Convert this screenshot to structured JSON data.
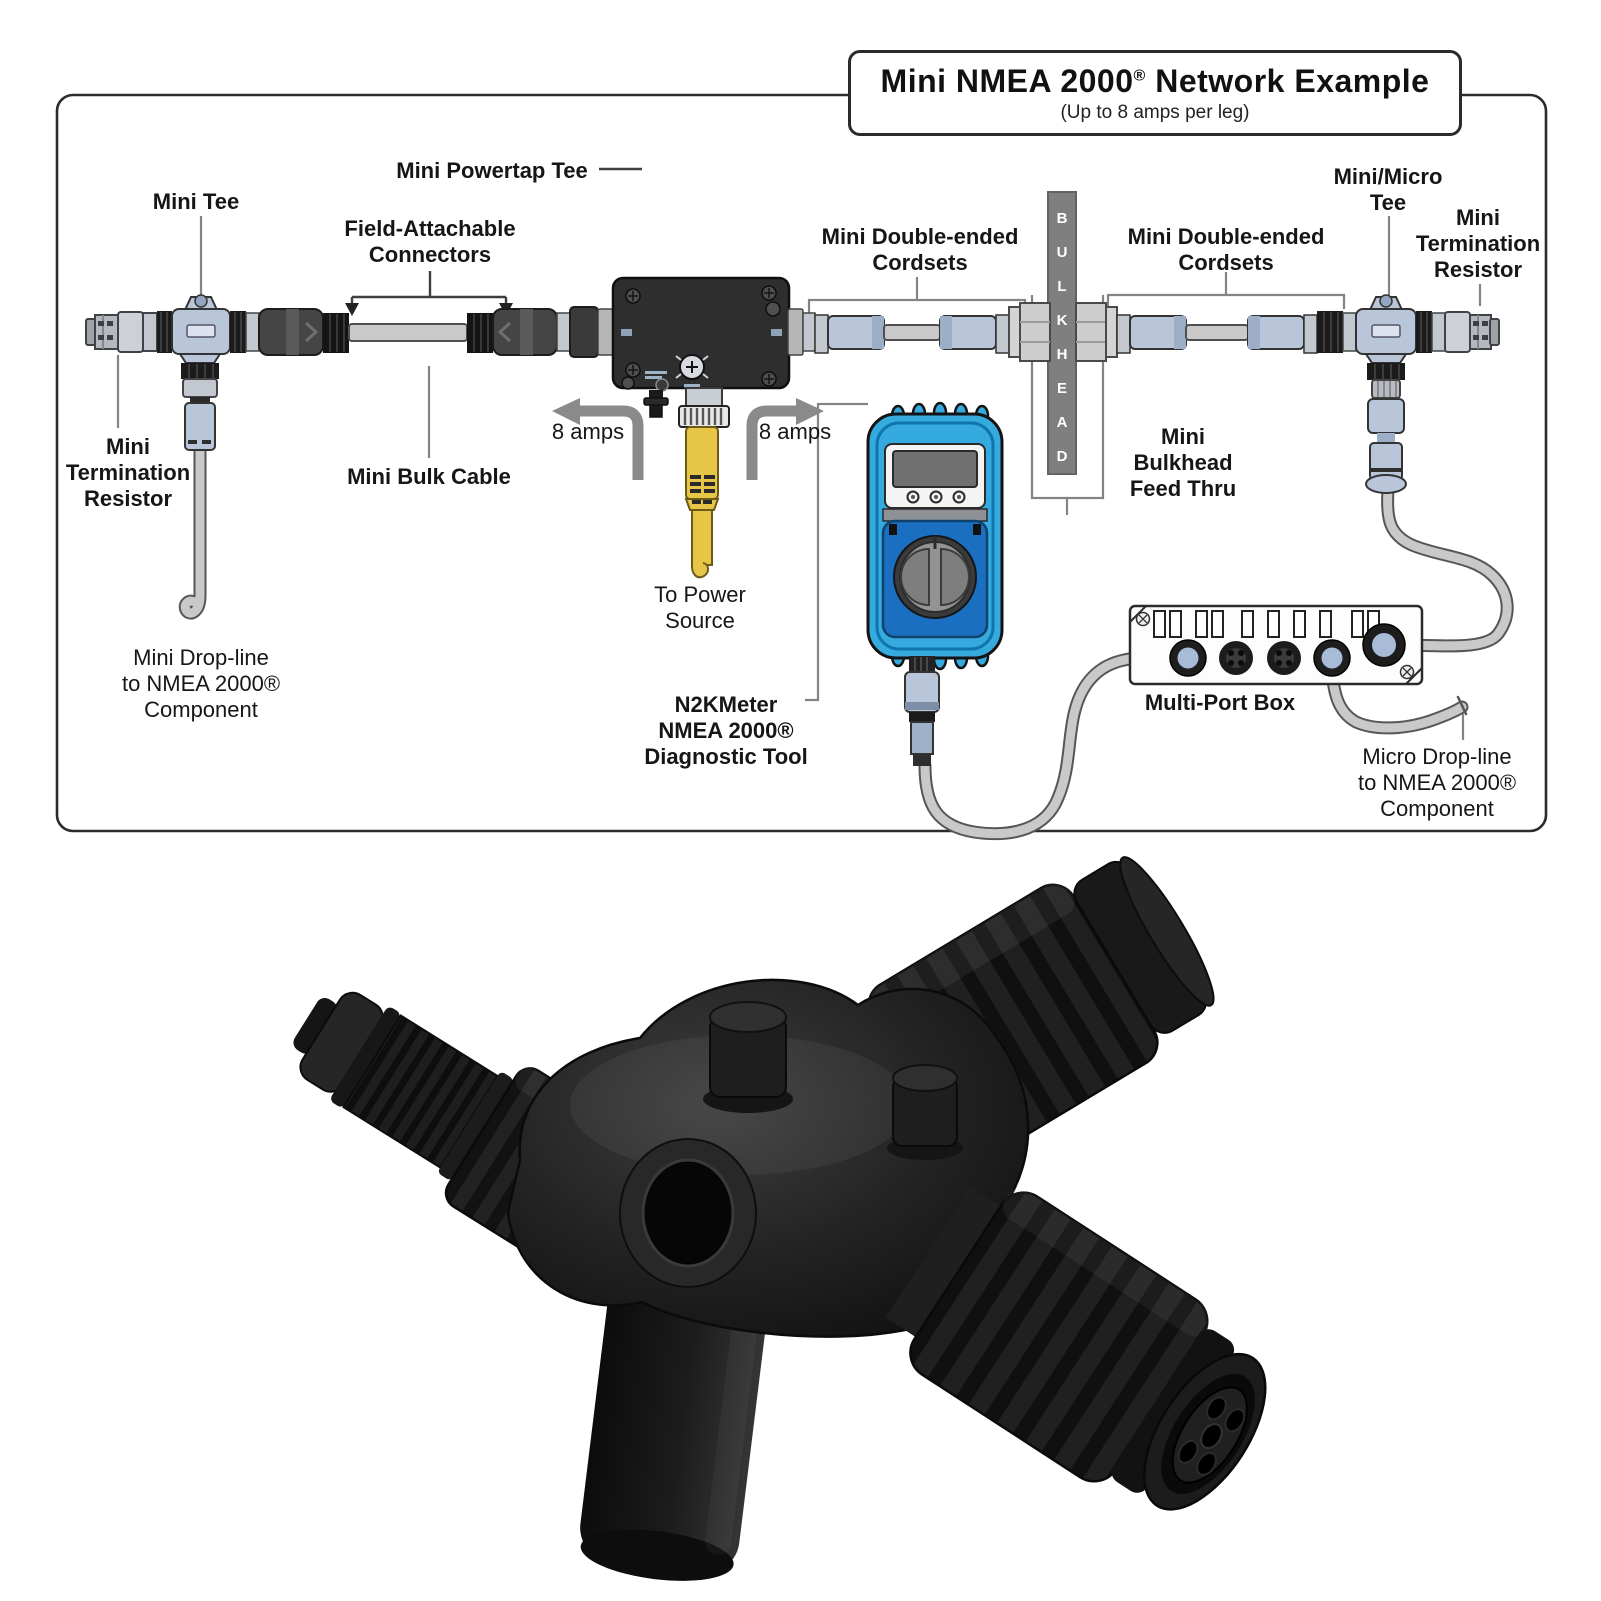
{
  "diagram": {
    "title": {
      "pre": "Mini NMEA 2000",
      "reg": "®",
      "post": " Network Example"
    },
    "subtitle": "(Up to 8 amps per leg)",
    "labels": {
      "mini_tee": {
        "lines": [
          "Mini Tee"
        ]
      },
      "mini_powertap_tee": {
        "lines": [
          "Mini Powertap Tee"
        ]
      },
      "field_attachable_connectors": {
        "lines": [
          "Field-Attachable",
          "Connectors"
        ]
      },
      "mini_termination_resistor_left": {
        "lines": [
          "Mini",
          "Termination",
          "Resistor"
        ]
      },
      "mini_bulk_cable": {
        "lines": [
          "Mini Bulk Cable"
        ]
      },
      "amps_left": {
        "lines": [
          "8 amps"
        ]
      },
      "amps_right": {
        "lines": [
          "8 amps"
        ]
      },
      "to_power_source": {
        "lines": [
          "To Power",
          "Source"
        ]
      },
      "mini_drop_line": {
        "lines": [
          "Mini Drop-line",
          "to NMEA 2000®",
          "Component"
        ]
      },
      "n2kmeter": {
        "lines": [
          "N2KMeter",
          "NMEA 2000®",
          "Diagnostic Tool"
        ]
      },
      "cordsets_left": {
        "lines": [
          "Mini Double-ended",
          "Cordsets"
        ]
      },
      "cordsets_right": {
        "lines": [
          "Mini Double-ended",
          "Cordsets"
        ]
      },
      "bulkhead": {
        "lines": [
          "BULKHEAD"
        ]
      },
      "mini_bulkhead_feed_thru": {
        "lines": [
          "Mini",
          "Bulkhead",
          "Feed Thru"
        ]
      },
      "mini_micro_tee": {
        "lines": [
          "Mini/Micro",
          "Tee"
        ]
      },
      "mini_termination_resistor_right": {
        "lines": [
          "Mini",
          "Termination",
          "Resistor"
        ]
      },
      "multi_port_box": {
        "lines": [
          "Multi-Port Box"
        ]
      },
      "micro_drop_line": {
        "lines": [
          "Micro Drop-line",
          "to NMEA 2000®",
          "Component"
        ]
      }
    },
    "colors": {
      "cordset_blue": "#b9c6da",
      "cable_gray": "#c9c9c9",
      "power_cable_yellow": "#e7c647",
      "meter_blue": "#35aadf",
      "meter_panel_blue": "#1a6fc0",
      "bulkhead_gray": "#7f7f7f",
      "powertap_box": "#2e2e2e",
      "connector_dark": "#454545",
      "line_gray": "#848484",
      "text_color": "#161616"
    }
  },
  "product": {
    "body_black": "#1d1d1d"
  }
}
